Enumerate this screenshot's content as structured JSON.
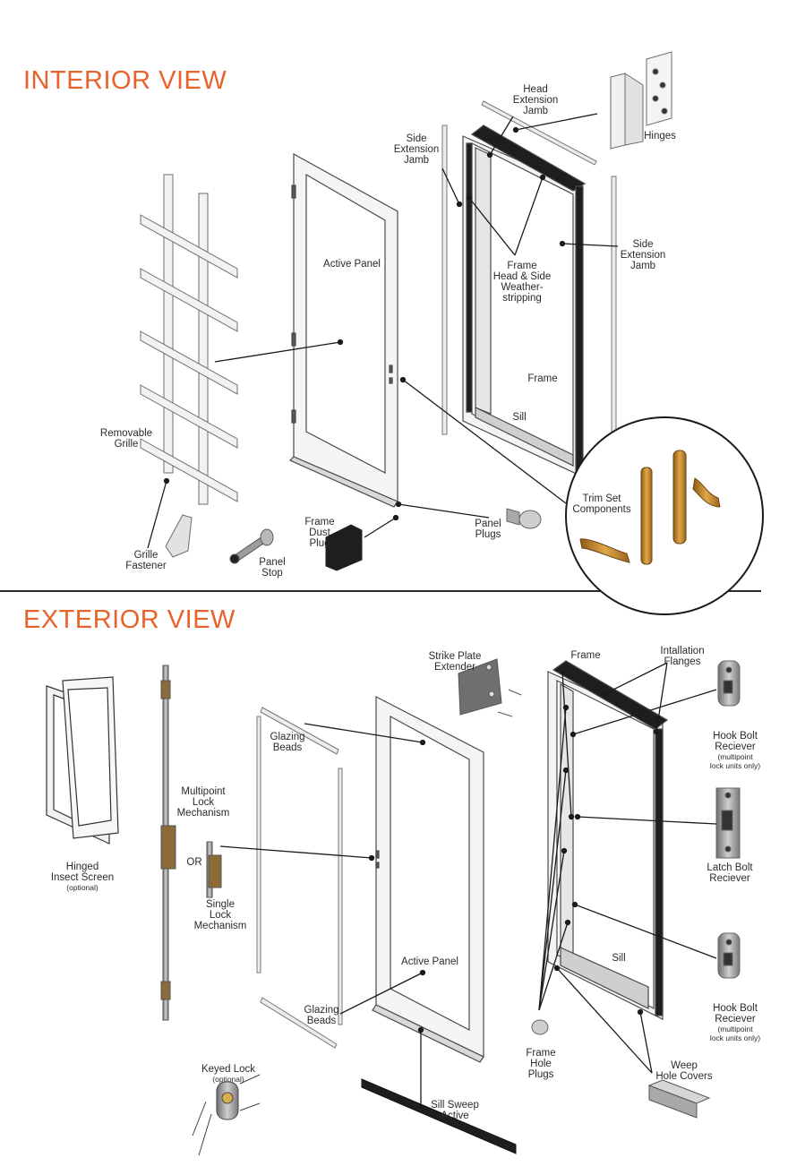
{
  "headings": {
    "interior": "INTERIOR VIEW",
    "exterior": "EXTERIOR VIEW"
  },
  "interior_labels": {
    "head_extension_jamb": "Head\nExtension\nJamb",
    "hinges": "Hinges",
    "side_extension_jamb_left": "Side\nExtension\nJamb",
    "side_extension_jamb_right": "Side\nExtension\nJamb",
    "active_panel": "Active Panel",
    "frame_weatherstripping": "Frame\nHead & Side\nWeather-\nstripping",
    "frame": "Frame",
    "sill": "Sill",
    "removable_grille": "Removable\nGrille",
    "trim_set_components": "Trim Set\nComponents",
    "panel_plugs": "Panel\nPlugs",
    "frame_dust_plug": "Frame\nDust\nPlug",
    "grille_fastener": "Grille\nFastener",
    "panel_stop": "Panel\nStop"
  },
  "exterior_labels": {
    "strike_plate_extender": "Strike Plate\nExtender",
    "frame": "Frame",
    "installation_flanges": "Intallation\nFlanges",
    "hook_bolt_receiver_top": "Hook Bolt\nReciever",
    "hook_bolt_note_top": "(multipoint\nlock units only)",
    "glazing_beads_top": "Glazing\nBeads",
    "multipoint_lock": "Multipoint\nLock\nMechanism",
    "hinged_insect_screen": "Hinged\nInsect Screen",
    "optional_screen": "(optional)",
    "or": "OR",
    "single_lock": "Single\nLock\nMechanism",
    "latch_bolt_receiver": "Latch Bolt\nReciever",
    "active_panel": "Active Panel",
    "sill": "Sill",
    "hook_bolt_receiver_bottom": "Hook Bolt\nReciever",
    "hook_bolt_note_bottom": "(multipoint\nlock units only)",
    "glazing_beads_bottom": "Glazing\nBeads",
    "frame_hole_plugs": "Frame\nHole\nPlugs",
    "weep_hole_covers": "Weep\nHole Covers",
    "keyed_lock": "Keyed Lock",
    "optional_keyed": "(optional)",
    "sill_sweep_active": "Sill Sweep\nActive"
  },
  "colors": {
    "heading": "#e8632b",
    "line": "#1a1a1a",
    "frame_fill": "#f4f4f4",
    "weatherstrip": "#1e1e1e",
    "trim_brass": "#c98a2e",
    "hardware_gray": "#8c8c8c"
  }
}
